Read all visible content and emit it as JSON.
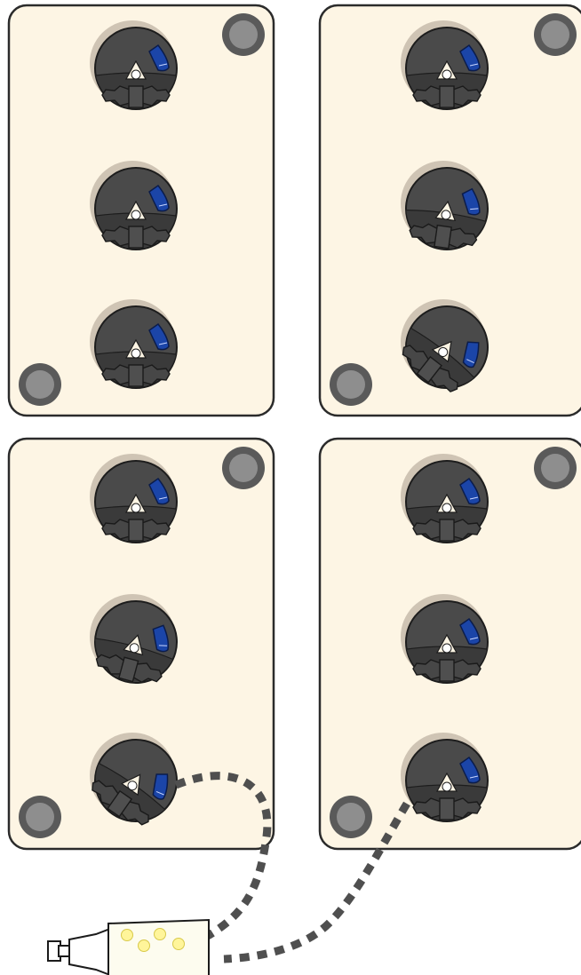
{
  "board": {
    "panels": [
      {
        "id": "panel-1",
        "dials": [
          {
            "angle": 0
          },
          {
            "angle": 0
          },
          {
            "angle": 0
          }
        ]
      },
      {
        "id": "panel-2",
        "dials": [
          {
            "angle": 0
          },
          {
            "angle": 8
          },
          {
            "angle": 38
          }
        ]
      },
      {
        "id": "panel-3",
        "dials": [
          {
            "angle": 0
          },
          {
            "angle": 15
          },
          {
            "angle": 35
          }
        ]
      },
      {
        "id": "panel-4",
        "dials": [
          {
            "angle": 0
          },
          {
            "angle": 0
          },
          {
            "angle": 0
          }
        ]
      }
    ],
    "device": {
      "lights": 4
    }
  },
  "colors": {
    "panel": "#fdf5e4",
    "dial": "#4a4a4a",
    "pin": "#1b45a8",
    "screw": "#5a5a5a",
    "wire": "#4f4f4f",
    "light": "#fff59a"
  },
  "icons": {
    "dial": "rotary-lock-dial-icon",
    "screw": "screw-icon",
    "device": "camera-device-icon"
  }
}
